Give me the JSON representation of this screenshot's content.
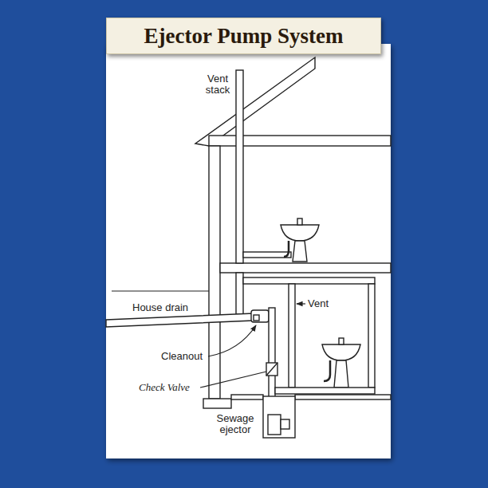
{
  "diagram": {
    "title": "Ejector Pump System",
    "labels": [
      "Vent stack",
      "House drain",
      "Vent",
      "Cleanout",
      "Check Valve",
      "Sewage ejector"
    ]
  }
}
